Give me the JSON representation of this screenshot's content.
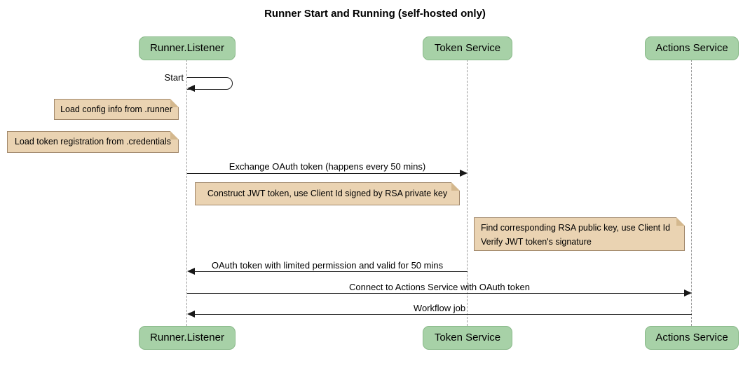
{
  "diagram": {
    "type": "sequence-diagram",
    "title": "Runner Start and Running (self-hosted only)",
    "participants": [
      {
        "name": "Runner.Listener"
      },
      {
        "name": "Token Service"
      },
      {
        "name": "Actions Service"
      }
    ],
    "messages": [
      {
        "label": "Start",
        "from": "Runner.Listener",
        "to": "Runner.Listener",
        "kind": "self"
      },
      {
        "label": "Exchange OAuth token (happens every 50 mins)",
        "from": "Runner.Listener",
        "to": "Token Service",
        "kind": "solid-arrow"
      },
      {
        "label": "OAuth token with limited permission and valid for 50 mins",
        "from": "Token Service",
        "to": "Runner.Listener",
        "kind": "solid-arrow"
      },
      {
        "label": "Connect to Actions Service with OAuth token",
        "from": "Runner.Listener",
        "to": "Actions Service",
        "kind": "solid-arrow"
      },
      {
        "label": "Workflow job",
        "from": "Actions Service",
        "to": "Runner.Listener",
        "kind": "solid-arrow"
      }
    ],
    "notes": [
      {
        "lines": [
          "Load config info from .runner"
        ],
        "position": "left of Runner.Listener"
      },
      {
        "lines": [
          "Load token registration from .credentials"
        ],
        "position": "left of Runner.Listener"
      },
      {
        "lines": [
          "Construct JWT token, use Client Id signed by RSA private key"
        ],
        "position": "between Runner.Listener and Token Service"
      },
      {
        "lines": [
          "Find corresponding RSA public key, use Client Id",
          "Verify JWT token's signature"
        ],
        "position": "left of Actions Service"
      }
    ],
    "colors": {
      "participant_fill": "#A7D1A7",
      "participant_border": "#89B989",
      "note_fill": "#EAD3B2",
      "note_border": "#A0876A",
      "note_fold": "#D4B88E",
      "lifeline": "#999999",
      "arrow": "#181818",
      "background": "#FFFFFF"
    }
  }
}
